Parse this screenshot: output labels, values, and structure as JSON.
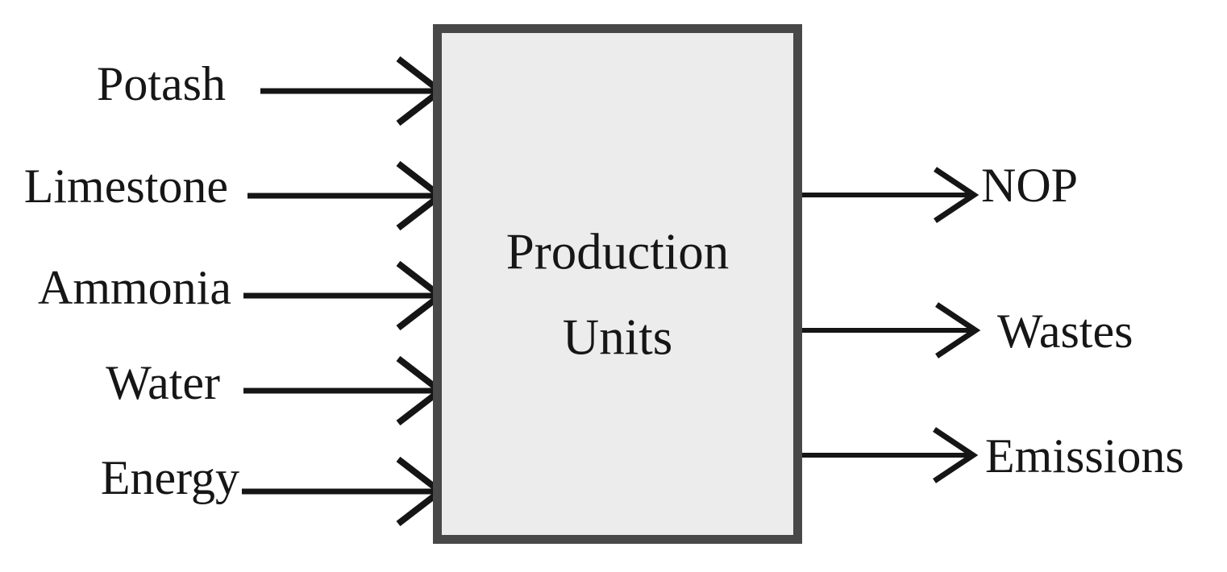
{
  "diagram": {
    "type": "input-output block diagram",
    "box": {
      "title_line1": "Production",
      "title_line2": "Units"
    },
    "inputs": [
      {
        "label": "Potash"
      },
      {
        "label": "Limestone"
      },
      {
        "label": "Ammonia"
      },
      {
        "label": "Water"
      },
      {
        "label": "Energy"
      }
    ],
    "outputs": [
      {
        "label": "NOP"
      },
      {
        "label": "Wastes"
      },
      {
        "label": "Emissions"
      }
    ],
    "colors": {
      "background": "#ffffff",
      "box_border": "#484848",
      "box_fill": "#ececec",
      "arrow": "#151515",
      "text": "#161616"
    }
  }
}
